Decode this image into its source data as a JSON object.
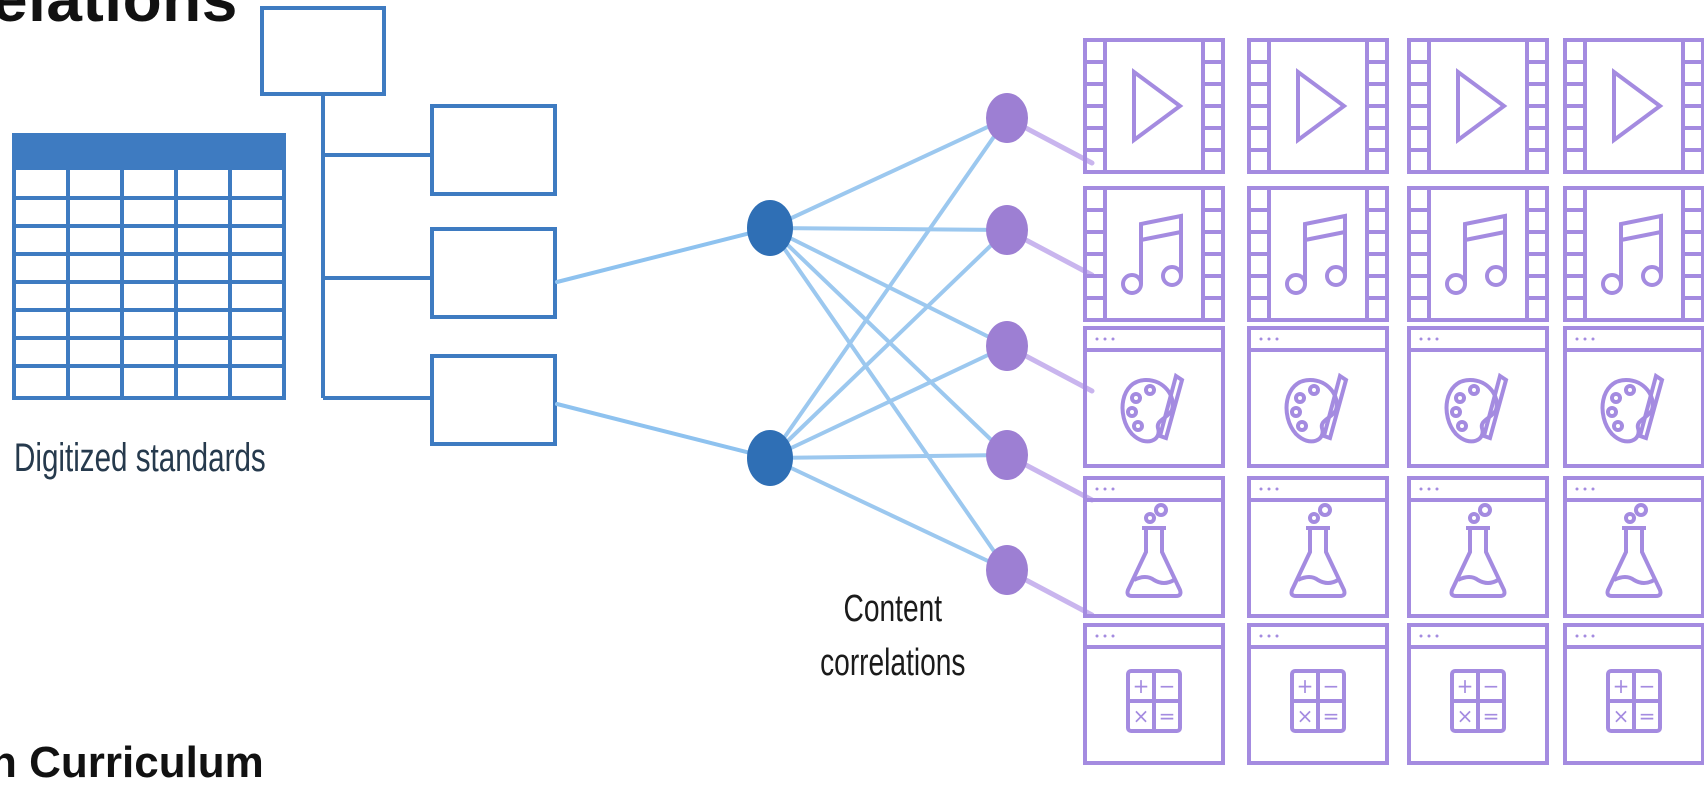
{
  "title_partial": "elations",
  "standards_label": "Digitized standards",
  "correlations_label_line1": "Content",
  "correlations_label_line2": "correlations",
  "bottom_partial": "n Curriculum",
  "colors": {
    "standards_blue": "#3e7bc1",
    "node_blue": "#2f6fb5",
    "link_blue": "#8ec2ef",
    "node_purple": "#9d7fd3",
    "link_purple": "#c9b5ee",
    "tile_purple": "#a48be0"
  },
  "content_grid": {
    "columns": 4,
    "rows": [
      {
        "kind": "video",
        "icon": "play-icon"
      },
      {
        "kind": "audio",
        "icon": "music-note-icon"
      },
      {
        "kind": "art",
        "icon": "palette-icon"
      },
      {
        "kind": "science",
        "icon": "flask-icon"
      },
      {
        "kind": "math",
        "icon": "calculator-icon"
      }
    ]
  },
  "calculator_keys": [
    "+",
    "−",
    "×",
    "="
  ]
}
